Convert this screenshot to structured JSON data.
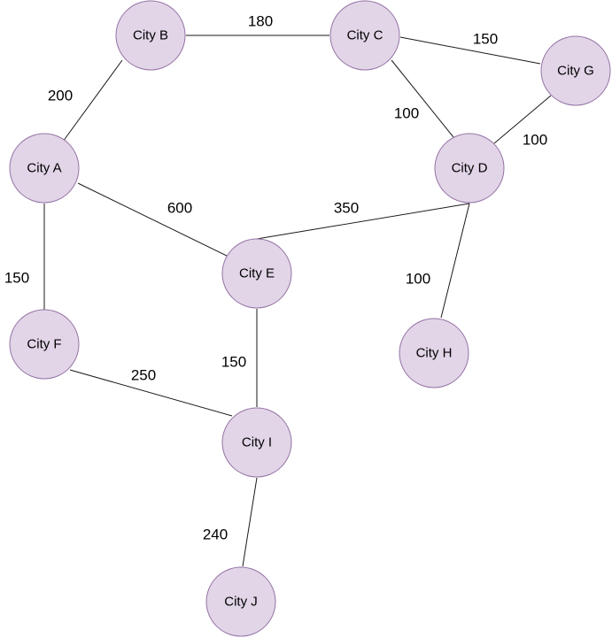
{
  "cities": {
    "a": "City A",
    "b": "City B",
    "c": "City C",
    "d": "City D",
    "e": "City E",
    "f": "City F",
    "g": "City G",
    "h": "City H",
    "i": "City I",
    "j": "City J"
  },
  "edges": [
    {
      "from": "a",
      "to": "b",
      "weight": "200"
    },
    {
      "from": "b",
      "to": "c",
      "weight": "180"
    },
    {
      "from": "c",
      "to": "g",
      "weight": "150"
    },
    {
      "from": "c",
      "to": "d",
      "weight": "100"
    },
    {
      "from": "g",
      "to": "d",
      "weight": "100"
    },
    {
      "from": "a",
      "to": "e",
      "weight": "600"
    },
    {
      "from": "d",
      "to": "e",
      "weight": "350"
    },
    {
      "from": "a",
      "to": "f",
      "weight": "150"
    },
    {
      "from": "d",
      "to": "h",
      "weight": "100"
    },
    {
      "from": "e",
      "to": "i",
      "weight": "150"
    },
    {
      "from": "f",
      "to": "i",
      "weight": "250"
    },
    {
      "from": "i",
      "to": "j",
      "weight": "240"
    }
  ],
  "colors": {
    "node_fill": "#e1d5e7",
    "node_stroke": "#9673a6",
    "edge": "#1a1a1a"
  }
}
